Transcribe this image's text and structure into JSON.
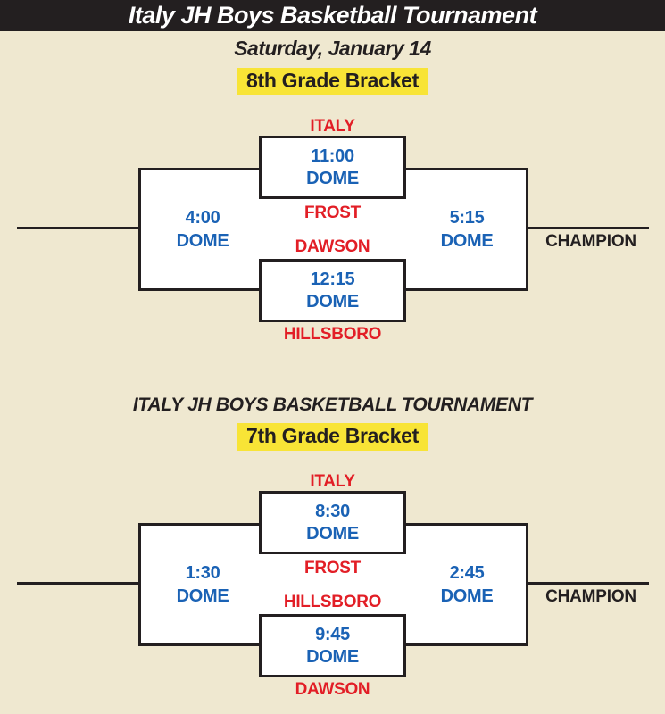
{
  "header": {
    "title": "Italy JH Boys Basketball Tournament"
  },
  "colors": {
    "background": "#EFE8D0",
    "header-bg": "#231F20",
    "header-text": "#FFFFFF",
    "ink": "#231F20",
    "box-fill": "#FFFFFF",
    "team": "#E21E26",
    "time": "#1A62B5",
    "highlight": "#F8E436"
  },
  "brackets": [
    {
      "grade": "8th",
      "date_line": "Saturday, January 14",
      "grade_heading": "8th Grade Bracket",
      "top_game": {
        "team_above": "ITALY",
        "time": "11:00",
        "venue": "DOME",
        "team_below": "FROST"
      },
      "bottom_game": {
        "team_above": "DAWSON",
        "time": "12:15",
        "venue": "DOME",
        "team_below": "HILLSBORO"
      },
      "left_game": {
        "time": "4:00",
        "venue": "DOME"
      },
      "final_game": {
        "time": "5:15",
        "venue": "DOME"
      },
      "champion_label": "CHAMPION"
    },
    {
      "grade": "7th",
      "section_title": "ITALY JH BOYS BASKETBALL TOURNAMENT",
      "grade_heading": "7th Grade Bracket",
      "top_game": {
        "team_above": "ITALY",
        "time": "8:30",
        "venue": "DOME",
        "team_below": "FROST"
      },
      "bottom_game": {
        "team_above": "HILLSBORO",
        "time": "9:45",
        "venue": "DOME",
        "team_below": "DAWSON"
      },
      "left_game": {
        "time": "1:30",
        "venue": "DOME"
      },
      "final_game": {
        "time": "2:45",
        "venue": "DOME"
      },
      "champion_label": "CHAMPION"
    }
  ]
}
